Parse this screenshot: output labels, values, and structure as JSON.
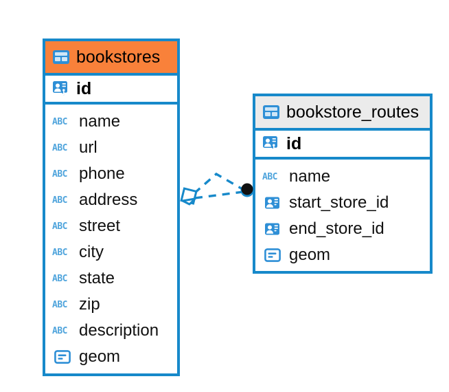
{
  "diagram": {
    "type": "entity-relationship-diagram",
    "background": "#ffffff",
    "accent_color": "#1789CA",
    "highlight_color": "#F9813A",
    "header_grey": "#EBEBEB",
    "abc_icon_color": "#4FA4DC"
  },
  "entities": [
    {
      "name": "bookstores",
      "header_style": "orange",
      "table_icon": "table-icon",
      "primary_key": {
        "label": "id",
        "icon": "primary-key-icon"
      },
      "fields": [
        {
          "label": "name",
          "icon": "abc-text-icon",
          "type_glyph": "ABC"
        },
        {
          "label": "url",
          "icon": "abc-text-icon",
          "type_glyph": "ABC"
        },
        {
          "label": "phone",
          "icon": "abc-text-icon",
          "type_glyph": "ABC"
        },
        {
          "label": "address",
          "icon": "abc-text-icon",
          "type_glyph": "ABC"
        },
        {
          "label": "street",
          "icon": "abc-text-icon",
          "type_glyph": "ABC"
        },
        {
          "label": "city",
          "icon": "abc-text-icon",
          "type_glyph": "ABC"
        },
        {
          "label": "state",
          "icon": "abc-text-icon",
          "type_glyph": "ABC"
        },
        {
          "label": "zip",
          "icon": "abc-text-icon",
          "type_glyph": "ABC"
        },
        {
          "label": "description",
          "icon": "abc-text-icon",
          "type_glyph": "ABC"
        },
        {
          "label": "geom",
          "icon": "geometry-icon",
          "type_glyph": ""
        }
      ]
    },
    {
      "name": "bookstore_routes",
      "header_style": "grey",
      "table_icon": "table-icon",
      "primary_key": {
        "label": "id",
        "icon": "primary-key-icon"
      },
      "fields": [
        {
          "label": "name",
          "icon": "abc-text-icon",
          "type_glyph": "ABC"
        },
        {
          "label": "start_store_id",
          "icon": "foreign-key-icon",
          "type_glyph": ""
        },
        {
          "label": "end_store_id",
          "icon": "foreign-key-icon",
          "type_glyph": ""
        },
        {
          "label": "geom",
          "icon": "geometry-icon",
          "type_glyph": ""
        }
      ]
    }
  ],
  "relationship": {
    "style": "dashed",
    "color": "#1789CA",
    "source_marker": "diamond-marker",
    "target_marker": "filled-circle-marker",
    "edge_count": 2
  }
}
